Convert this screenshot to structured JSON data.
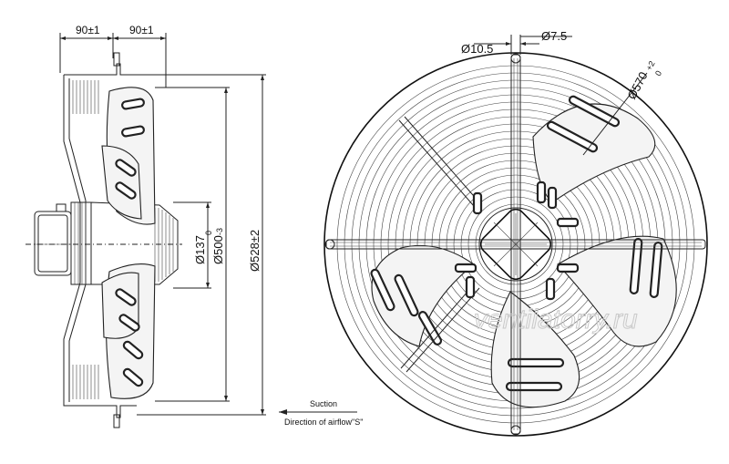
{
  "dimensions": {
    "side_top_left": "90±1",
    "side_top_right": "90±1",
    "dia_hub": "Ø137",
    "dia_blade_main": "Ø500",
    "dia_blade_tol_top": "0",
    "dia_blade_tol_bottom": "-3",
    "dia_guard": "Ø528±2",
    "dia_hole_large": "Ø10.5",
    "dia_hole_small": "Ø7.5",
    "dia_mount_main": "Ø570",
    "dia_mount_tol_top": "+2",
    "dia_mount_tol_bottom": "0"
  },
  "airflow": {
    "suction_label": "Suction",
    "direction_label": "Direction of airflow\"S\""
  },
  "watermark": "ventilatorry.ru"
}
